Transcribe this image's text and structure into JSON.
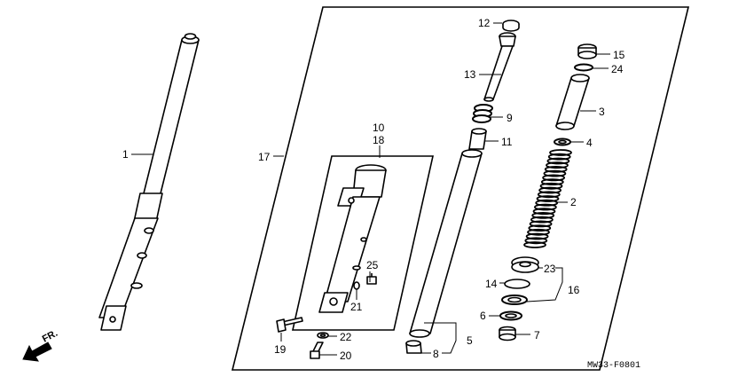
{
  "diagram_code": "MW33-F0801",
  "direction_label": "FR.",
  "callouts": {
    "c1": "1",
    "c2": "2",
    "c3": "3",
    "c4": "4",
    "c5": "5",
    "c6": "6",
    "c7": "7",
    "c8": "8",
    "c9": "9",
    "c10": "10",
    "c11": "11",
    "c12": "12",
    "c13": "13",
    "c14": "14",
    "c15": "15",
    "c16": "16",
    "c17": "17",
    "c18": "18",
    "c19": "19",
    "c20": "20",
    "c21": "21",
    "c22": "22",
    "c23": "23",
    "c24": "24",
    "c25": "25"
  }
}
